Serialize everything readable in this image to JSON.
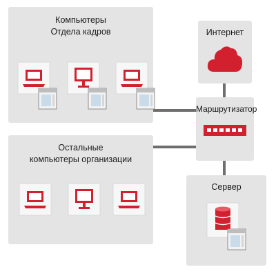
{
  "hr_group": {
    "title_line1": "Компьютеры",
    "title_line2": "Отдела кадров"
  },
  "other_group": {
    "title_line1": "Остальные",
    "title_line2": "компьютеры организации"
  },
  "internet": {
    "label": "Интернет"
  },
  "router": {
    "label": "Маршрутизатор"
  },
  "server": {
    "label": "Сервер"
  },
  "colors": {
    "accent": "#d2202f",
    "panel": "#e4e4e4",
    "tile": "#f7f7f7",
    "connector": "#6e6e6e",
    "window_frame": "#8e8e8e",
    "window_body": "#c9dbe9"
  },
  "icons": {
    "internet": "cloud-icon",
    "router": "router-icon",
    "server": "database-icon",
    "hr_devices": [
      "laptop-icon",
      "desktop-monitor-icon",
      "laptop-icon"
    ],
    "other_devices": [
      "laptop-icon",
      "desktop-monitor-icon",
      "laptop-icon"
    ],
    "overlay": "app-window-icon"
  }
}
